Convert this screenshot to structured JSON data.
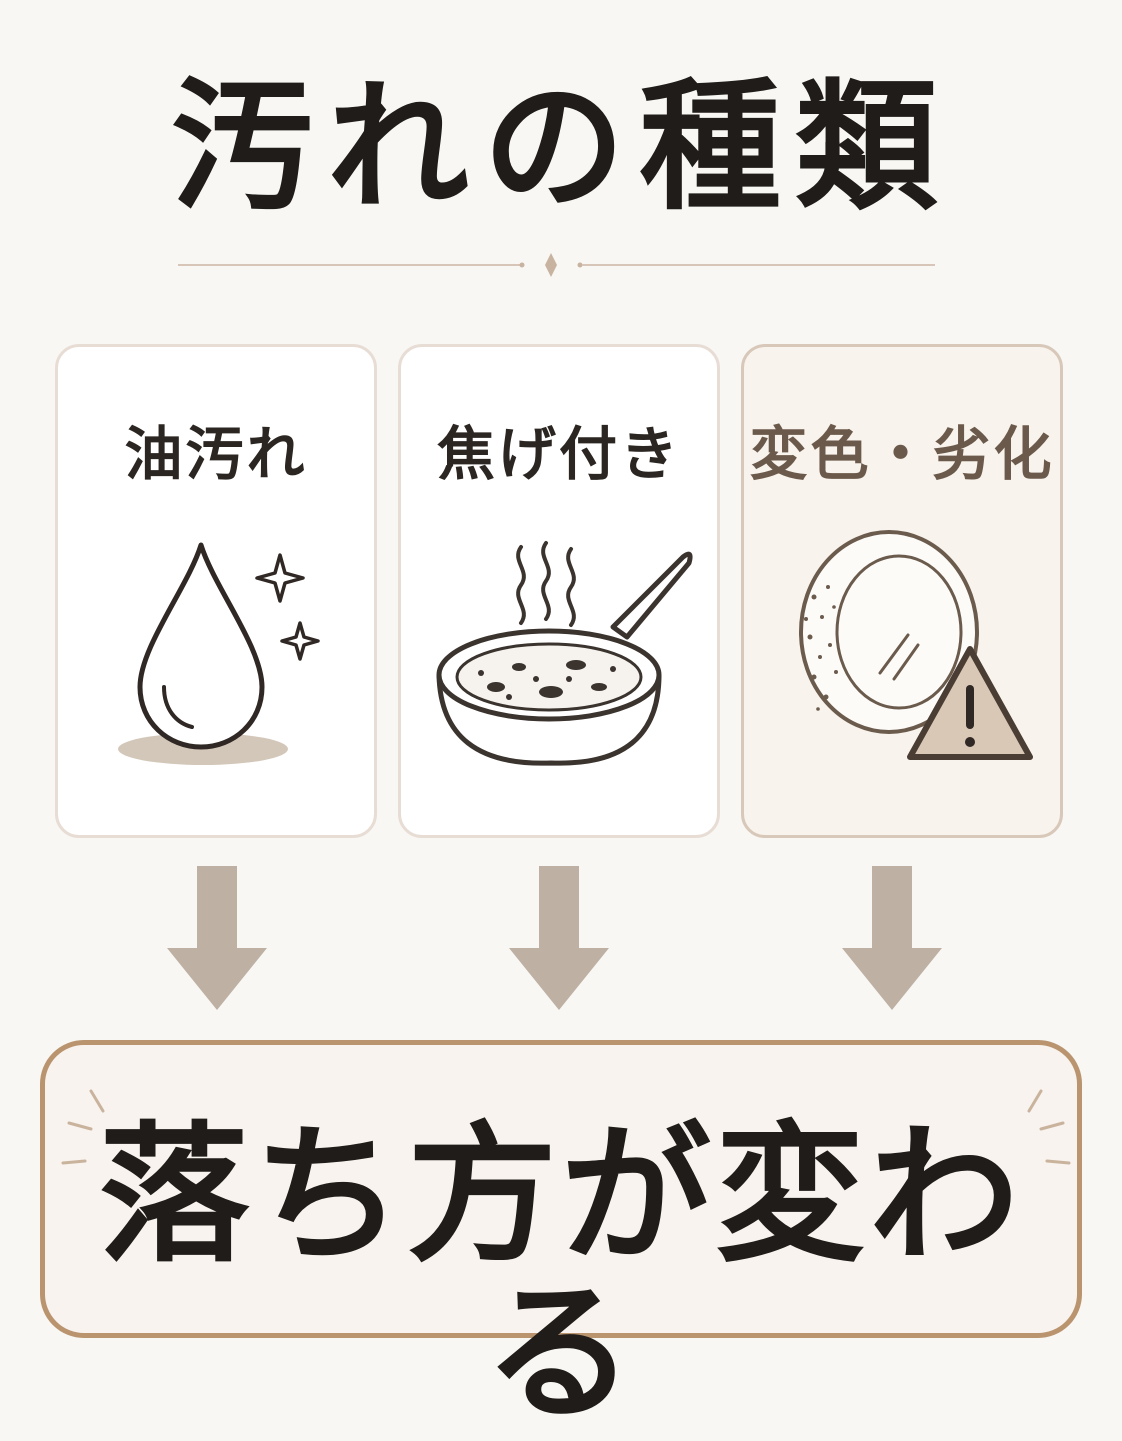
{
  "title": "汚れの種類",
  "cards": [
    {
      "label": "油汚れ",
      "icon": "oil-drop-sparkle-icon"
    },
    {
      "label": "焦げ付き",
      "icon": "burnt-frying-pan-icon"
    },
    {
      "label": "変色・劣化",
      "icon": "discolored-plate-warning-icon"
    }
  ],
  "result": "落ち方が変わる",
  "colors": {
    "background": "#f8f7f4",
    "text": "#1f1c19",
    "card_border": "#e8ddd5",
    "highlight_card_bg": "#f8f3ec",
    "arrow": "#beb0a2",
    "banner_border": "#b9946f",
    "warning_fill": "#d9c8b6"
  }
}
